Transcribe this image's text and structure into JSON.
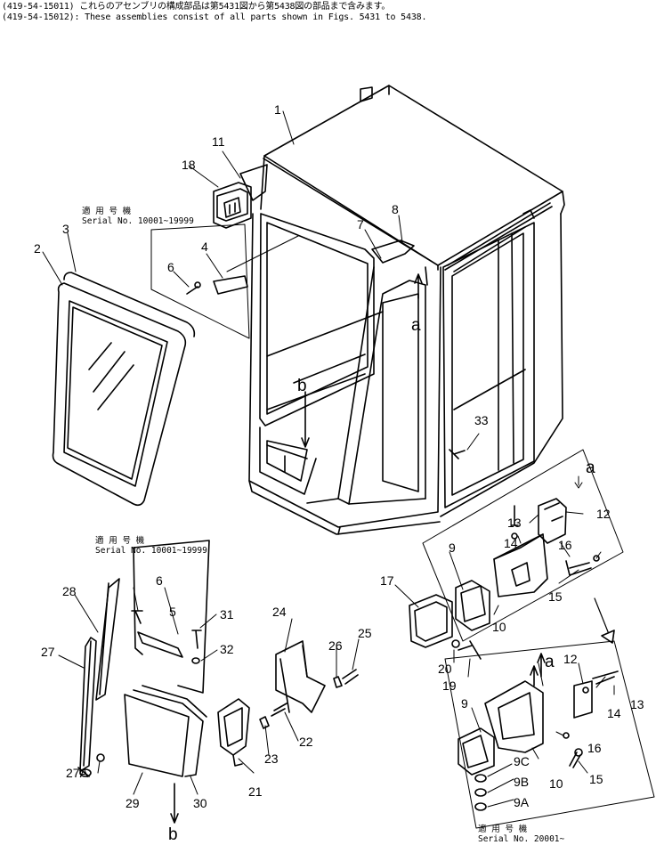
{
  "header": {
    "line1": "(419-54-15011) これらのアセンブリの構成部品は第5431図から第5438図の部品まで含みます。",
    "line2": "(419-54-15012): These assemblies consist of all parts shown in Figs. 5431 to 5438."
  },
  "serials": {
    "top": {
      "label": "適 用 号 機",
      "value": "Serial No. 10001~19999"
    },
    "left": {
      "label": "適 用 号 機",
      "value": "Serial No. 10001~19999"
    },
    "bottom": {
      "label": "適 用 号 機",
      "value": "Serial No. 20001~"
    }
  },
  "callouts": [
    "1",
    "2",
    "3",
    "4",
    "5",
    "6",
    "6",
    "7",
    "8",
    "9",
    "9",
    "9A",
    "9B",
    "9C",
    "10",
    "10",
    "11",
    "12",
    "12",
    "13",
    "13",
    "14",
    "14",
    "15",
    "15",
    "16",
    "16",
    "17",
    "18",
    "19",
    "20",
    "21",
    "22",
    "23",
    "24",
    "25",
    "26",
    "27",
    "27A",
    "28",
    "29",
    "30",
    "31",
    "32",
    "33"
  ],
  "markers": {
    "a": "a",
    "b": "b"
  }
}
